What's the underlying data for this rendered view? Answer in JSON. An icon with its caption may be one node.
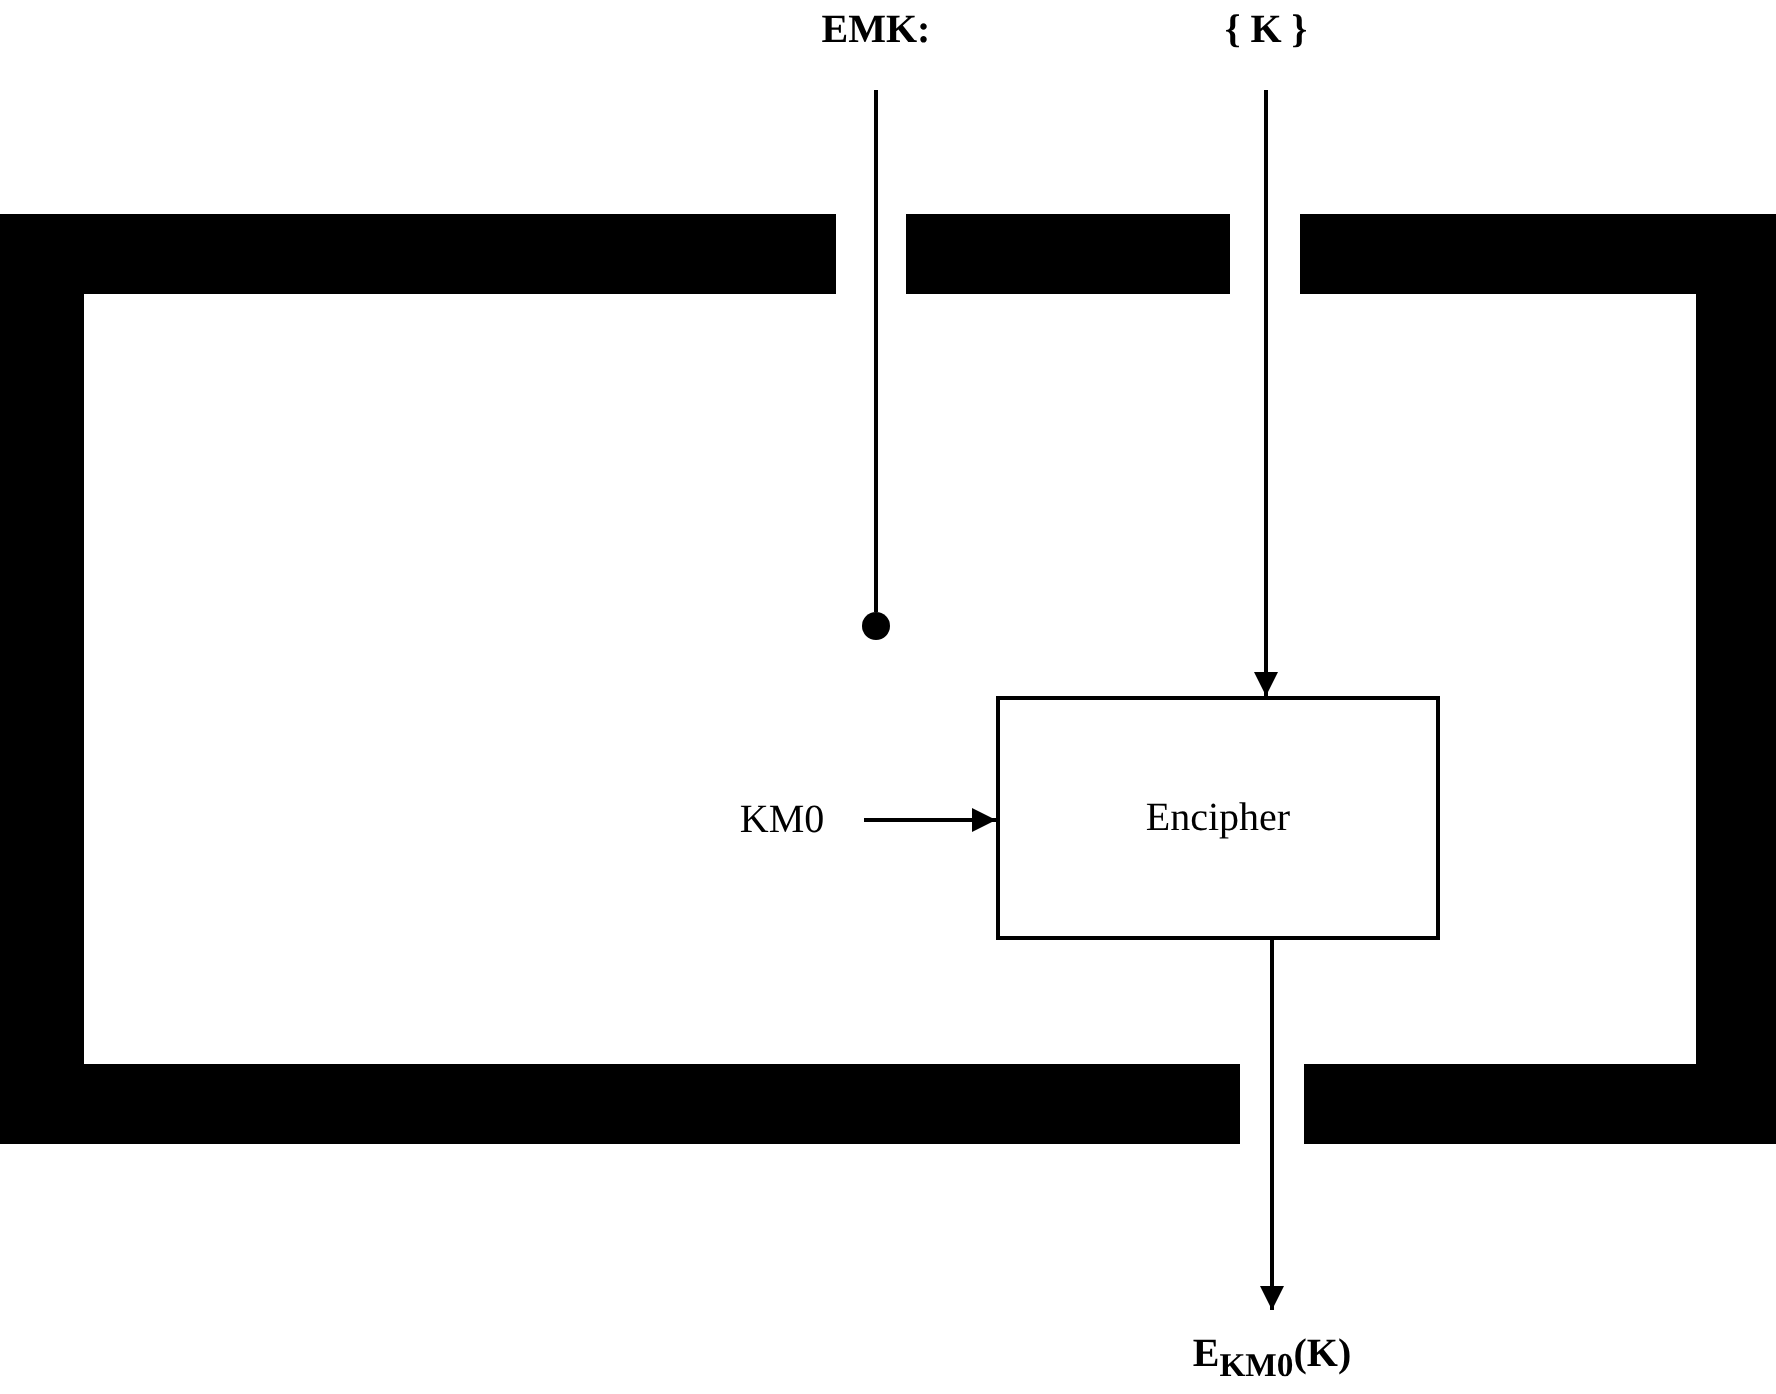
{
  "diagram": {
    "nodes": [
      {
        "text": [],
        "shape": "box"
      },
      {
        "text": [
          "EMK:"
        ]
      },
      {
        "text": [
          "{ K }"
        ]
      },
      {
        "text": [],
        "shape": "circle",
        "in": 0
      },
      {
        "text": [
          "Encipher"
        ],
        "in": 0
      },
      {
        "text": [
          "KM0"
        ],
        "in": 0
      },
      {
        "text": [
          "E$_{KM0}$(K)"
        ]
      }
    ],
    "edges": [
      {
        "from": 1,
        "to": 3,
        "arrow": "none"
      },
      {
        "from": 2,
        "to": 4,
        "arrow": "to"
      },
      {
        "from": 5,
        "to": 4,
        "arrow": "to"
      },
      {
        "from": 4,
        "to": 6,
        "arrow": "to"
      }
    ]
  }
}
